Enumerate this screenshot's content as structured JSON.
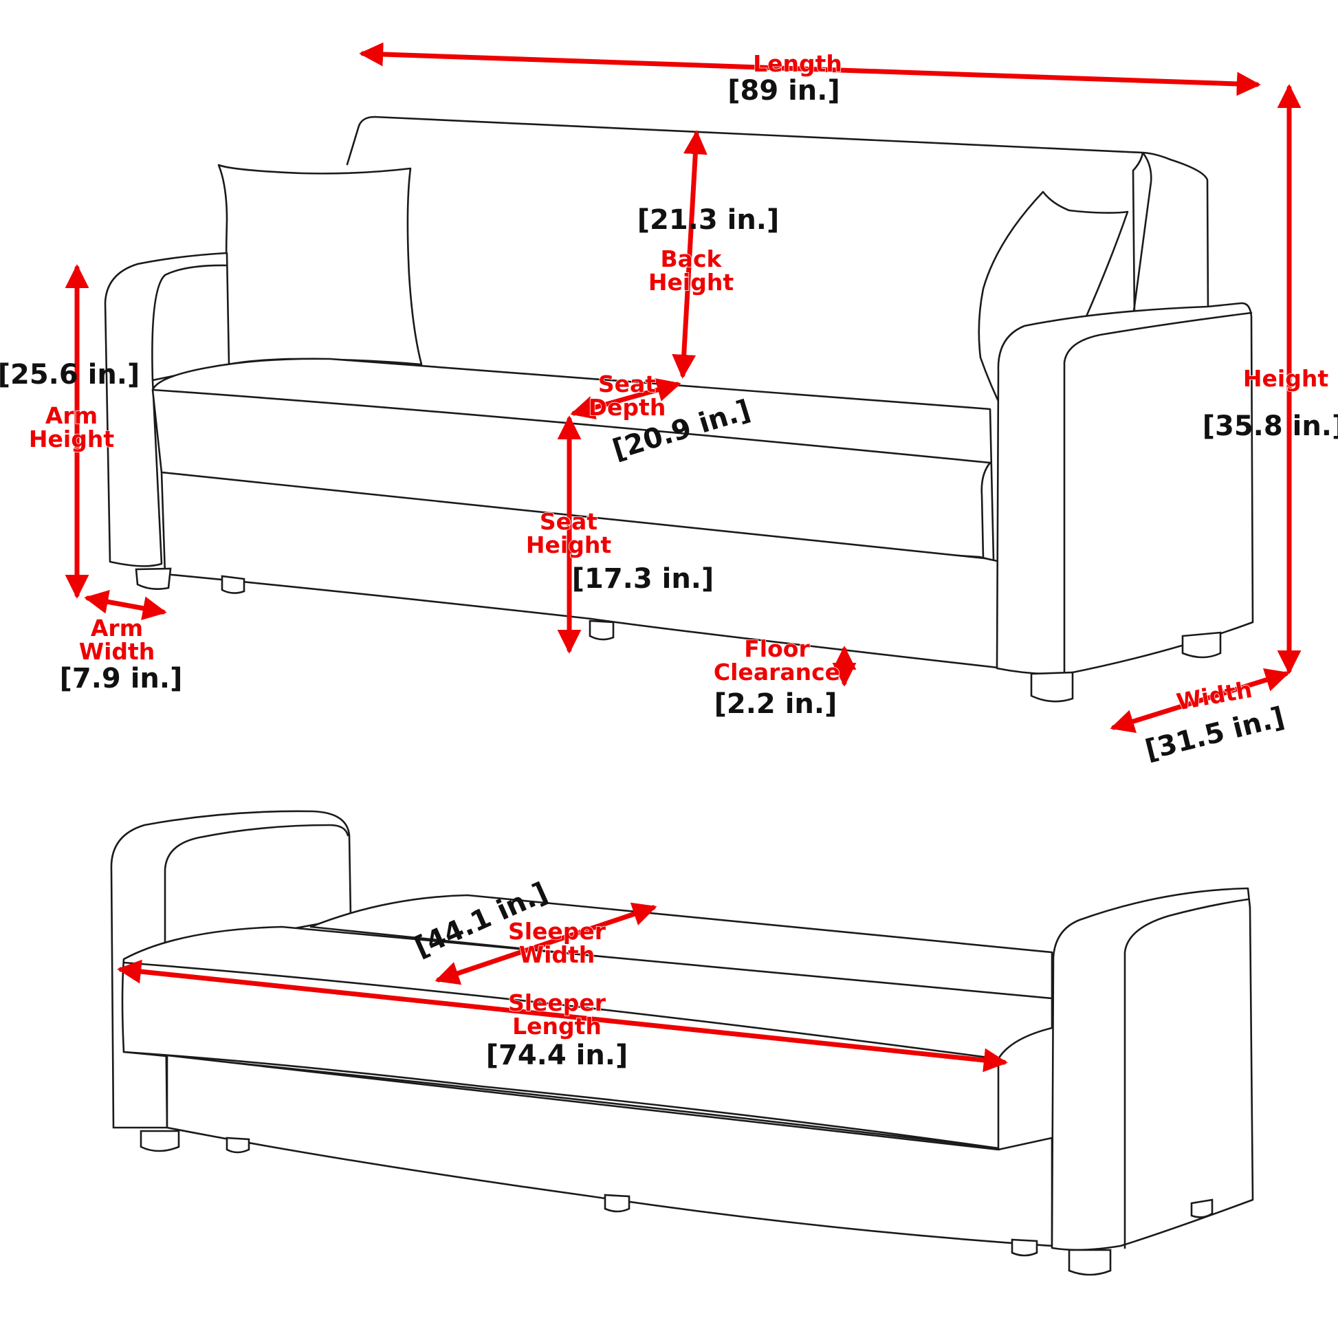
{
  "colors": {
    "dimension_line": "#ef0000",
    "label_text": "#ef0000",
    "value_text": "#111111",
    "outline": "#1a1a1a"
  },
  "dimensions": {
    "length": {
      "label": "Length",
      "value": "[89 in.]"
    },
    "back_height": {
      "label_line1": "Back",
      "label_line2": "Height",
      "value": "[21.3 in.]"
    },
    "arm_height": {
      "label_line1": "Arm",
      "label_line2": "Height",
      "value": "[25.6 in.]"
    },
    "seat_depth": {
      "label_line1": "Seat",
      "label_line2": "Depth",
      "value": "[20.9 in.]"
    },
    "height": {
      "label": "Height",
      "value": "[35.8 in.]"
    },
    "seat_height": {
      "label_line1": "Seat",
      "label_line2": "Height",
      "value": "[17.3 in.]"
    },
    "arm_width": {
      "label_line1": "Arm",
      "label_line2": "Width",
      "value": "[7.9 in.]"
    },
    "floor_clearance": {
      "label_line1": "Floor",
      "label_line2": "Clearance",
      "value": "[2.2 in.]"
    },
    "width": {
      "label": "Width",
      "value": "[31.5 in.]"
    },
    "sleeper_width": {
      "label_line1": "Sleeper",
      "label_line2": "Width",
      "value": "[44.1 in.]"
    },
    "sleeper_length": {
      "label_line1": "Sleeper",
      "label_line2": "Length",
      "value": "[74.4 in.]"
    }
  }
}
